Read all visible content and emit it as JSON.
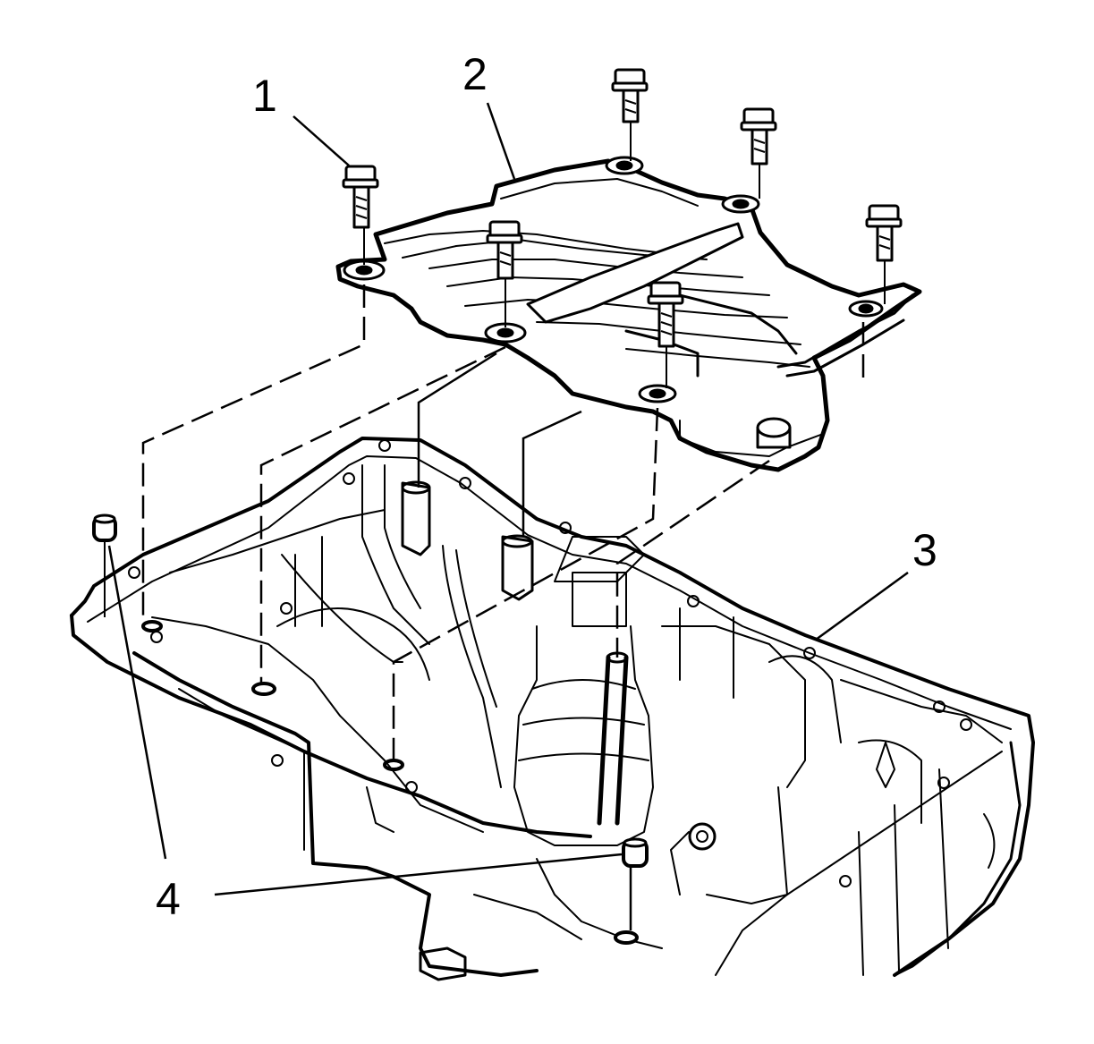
{
  "figure": {
    "line_color": "#000000",
    "background": "#ffffff"
  },
  "callouts": [
    {
      "id": "1",
      "label": "1"
    },
    {
      "id": "2",
      "label": "2"
    },
    {
      "id": "3",
      "label": "3"
    },
    {
      "id": "4",
      "label": "4"
    }
  ]
}
